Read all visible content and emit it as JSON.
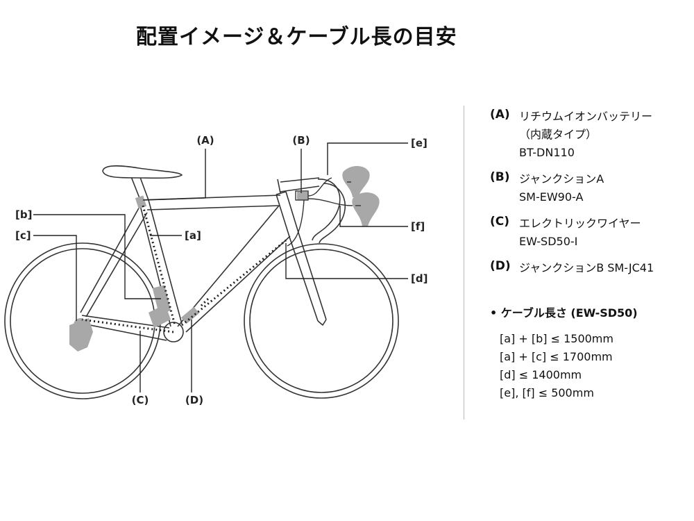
{
  "title": "配置イメージ＆ケーブル長の目安",
  "diagram": {
    "labels": {
      "A": "(A)",
      "B": "(B)",
      "C": "(C)",
      "D": "(D)",
      "a": "[a]",
      "b": "[b]",
      "c": "[c]",
      "d": "[d]",
      "e": "[e]",
      "f": "[f]"
    }
  },
  "legend": [
    {
      "key": "(A)",
      "lines": [
        "リチウムイオンバッテリー",
        "（内蔵タイプ）",
        "BT-DN110"
      ]
    },
    {
      "key": "(B)",
      "lines": [
        "ジャンクションA",
        "SM-EW90-A"
      ]
    },
    {
      "key": "(C)",
      "lines": [
        "エレクトリックワイヤー",
        "EW-SD50-I"
      ]
    },
    {
      "key": "(D)",
      "lines": [
        "ジャンクションB SM-JC41"
      ]
    }
  ],
  "cable_lengths": {
    "title": "• ケーブル長さ (EW-SD50)",
    "rows": [
      "[a] + [b] ≤ 1500mm",
      "[a] + [c] ≤ 1700mm",
      "[d] ≤ 1400mm",
      "[e], [f] ≤ 500mm"
    ]
  },
  "colors": {
    "frame_stroke": "#333333",
    "component_gray": "#a8a8a8",
    "divider": "#bbbbbb"
  }
}
